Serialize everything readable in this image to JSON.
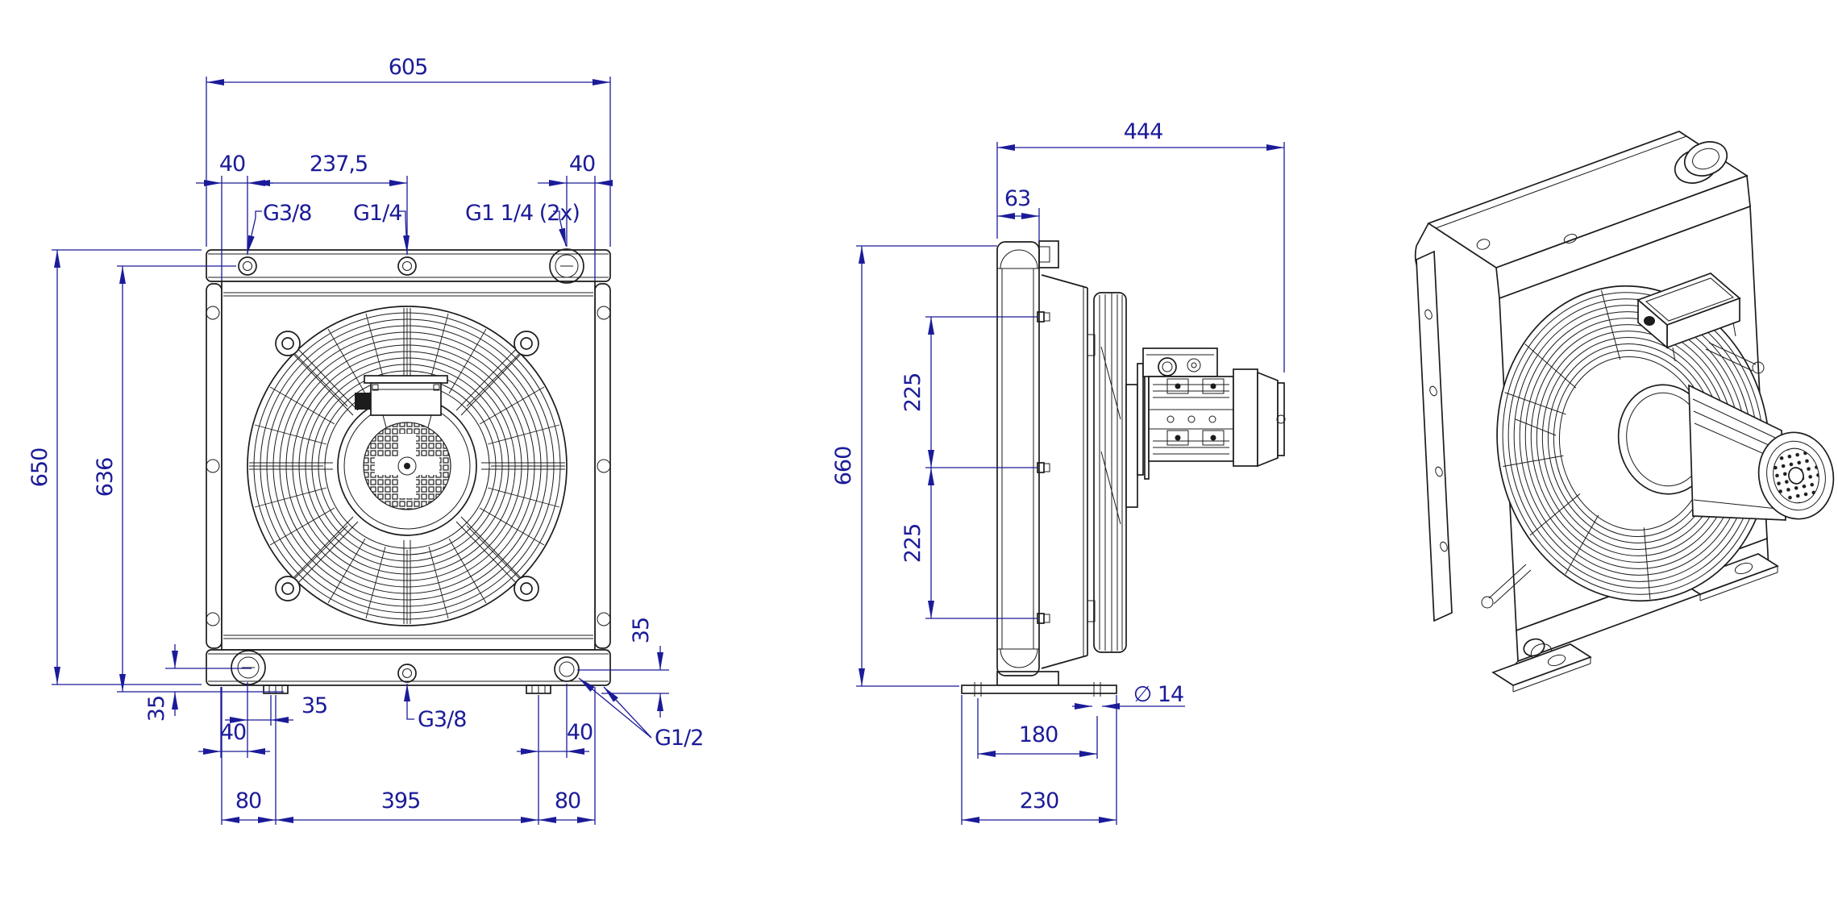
{
  "colors": {
    "dimension_blue": "#1b1b99",
    "line_black": "#1c1c1c",
    "background": "#ffffff"
  },
  "front_view": {
    "dim_overall_width": "605",
    "dim_port_offset_left": "40",
    "dim_port_spacing": "237,5",
    "dim_port_offset_right": "40",
    "dim_overall_height": "650",
    "dim_inner_height": "636",
    "port_top_left": "G3/8",
    "port_top_center": "G1/4",
    "port_top_right": "G1 1/4 (2x)",
    "dim_port_depth_left": "35",
    "dim_port_to_foot": "35",
    "dim_port_offset_bottom_left": "40",
    "dim_foot_offset_left": "80",
    "dim_foot_spacing": "395",
    "dim_foot_offset_right": "80",
    "dim_port_offset_bottom_right": "40",
    "dim_port_depth_right": "35",
    "port_bottom_center": "G3/8",
    "port_bottom_corners": "G1/2"
  },
  "side_view": {
    "dim_overall_depth": "444",
    "dim_core_depth": "63",
    "dim_overall_height": "660",
    "dim_bolt_spacing_upper": "225",
    "dim_bolt_spacing_lower": "225",
    "label_foot_hole_dia": "∅ 14",
    "dim_foot_hole_spacing": "180",
    "dim_base_depth": "230"
  }
}
